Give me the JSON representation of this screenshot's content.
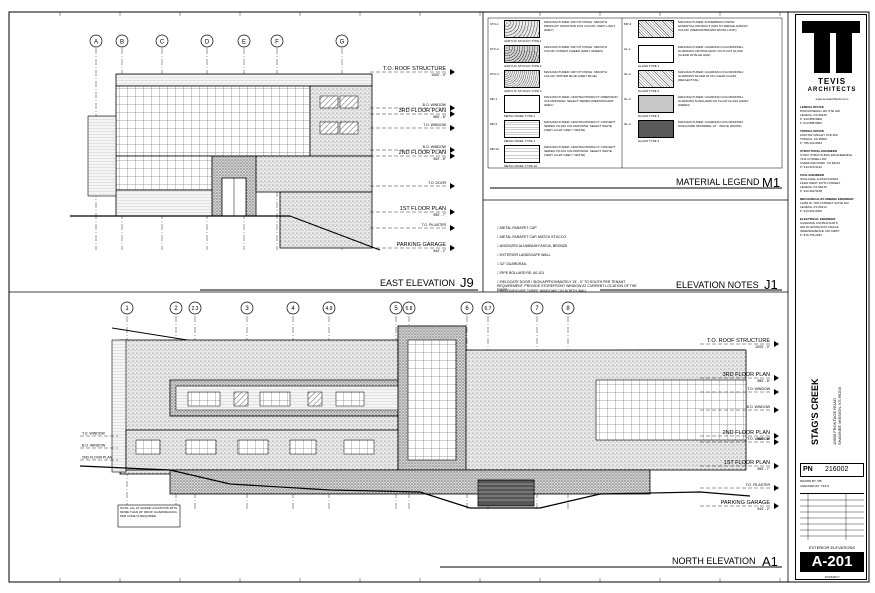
{
  "east_elevation": {
    "title": "EAST ELEVATION",
    "tag": "J9",
    "grid_labels": [
      "A",
      "B",
      "C",
      "D",
      "E",
      "F",
      "G"
    ],
    "levels": [
      {
        "name": "T.O. ROOF STRUCTURE",
        "elev": "1000' - 9\""
      },
      {
        "name": "B.O. WINDOW",
        "elev": ""
      },
      {
        "name": "3RD FLOOR PLAN",
        "elev": "985' - 8\""
      },
      {
        "name": "T.O. WINDOW",
        "elev": ""
      },
      {
        "name": "B.O. WINDOW",
        "elev": ""
      },
      {
        "name": "2ND FLOOR PLAN",
        "elev": "969' - 8\""
      },
      {
        "name": "T.O. DOOR",
        "elev": ""
      },
      {
        "name": "1ST FLOOR PLAN",
        "elev": "955' - 7\""
      },
      {
        "name": "T.O. PILASTER",
        "elev": ""
      },
      {
        "name": "PARKING GARAGE",
        "elev": "944' - 2\""
      }
    ]
  },
  "north_elevation": {
    "title": "NORTH ELEVATION",
    "tag": "A1",
    "grid_labels": [
      "1",
      "2",
      "2.3",
      "3",
      "4",
      "4.9",
      "5",
      "5.8",
      "6",
      "6.7",
      "7",
      "8"
    ],
    "levels": [
      {
        "name": "T.O. ROOF STRUCTURE",
        "elev": "1000' - 9\""
      },
      {
        "name": "3RD FLOOR PLAN",
        "elev": "985' - 8\""
      },
      {
        "name": "T.O. WINDOW",
        "elev": ""
      },
      {
        "name": "B.O. WINDOW",
        "elev": ""
      },
      {
        "name": "2ND FLOOR PLAN",
        "elev": "969' - 8\""
      },
      {
        "name": "T.O. WINDOW",
        "elev": ""
      },
      {
        "name": "1ST FLOOR PLAN",
        "elev": "955' - 7\""
      },
      {
        "name": "T.O. PILASTER",
        "elev": ""
      },
      {
        "name": "PARKING GARAGE",
        "elev": "944' - 2\""
      }
    ],
    "left_levels": [
      "T.O. WINDOW",
      "B.O. WINDOW",
      "2ND FLOOR PLAN"
    ],
    "note": "NOTE: ALL AT GRADE LOCATIONS WITH MORE THAN 30\" DROP, GUARDRAILING PER CODE IS REQUIRED."
  },
  "material_legend": {
    "title": "MATERIAL LEGEND",
    "tag": "M1",
    "items": [
      {
        "code": "STC-1",
        "label": "ACRYLIC STUCCO TYPE 1",
        "desc": "MANUFACTURER: DRYVIT FINISH: SMOOTH PRODUCT: MOUNTAIN FOG COLOR: (VERY LIGHT GREY)"
      },
      {
        "code": "STC-2",
        "label": "ACRYLIC STUCCO TYPE 2",
        "desc": "MANUFACTURER: DRYVIT FINISH: SMOOTH COLOR: FOREST GREEN (GREY GREEN)"
      },
      {
        "code": "STC-3",
        "label": "ACRYLIC STUCCO TYPE 3",
        "desc": "MANUFACTURER: DRYVIT FINISH: SMOOTH COLOR: WINTER BLUE (GREY BLUE)"
      },
      {
        "code": "MP-1",
        "label": "METAL PANEL TYPE 1",
        "desc": "MANUFACTURER: CENTRIA PRODUCT: DIMENSION COLOR/FINISH: SELECT SERIES (MEDIUM DARK GREY)"
      },
      {
        "code": "MP-2",
        "label": "METAL PANEL TYPE 2",
        "desc": "MANUFACTURER: CENTRIA PRODUCT: CONCEPT SERIES CS-620 COLOR/FINISH: SELECT WHITE (VERY LIGHT GREY / WHITE)"
      },
      {
        "code": "MP-2A",
        "label": "METAL PANEL TYPE 2A",
        "desc": "MANUFACTURER: CENTRIA PRODUCT: CONCEPT SERIES CS-104 COLOR/FINISH: SELECT WHITE (VERY LIGHT GREY / WHITE)"
      },
      {
        "code": "MP-3",
        "label": "",
        "desc": "MANUFACTURER: FUNDERMAX FINISH: ESSENTIAL PRODUCT: 0001 NT WENGE ALBASO COLOR: (MEDIUM BROWN WOOD LOOK)"
      },
      {
        "code": "GL-1",
        "label": "GLASS TYPE 1",
        "desc": "MANUFACTURER: GUARDIAN COLOR/FINISH: GUARDIAN CRYSTALGRAY ON FLOAT GLASS (CLEAR W/ BLUE HUE)"
      },
      {
        "code": "GL-2",
        "label": "GLASS TYPE 2",
        "desc": "MANUFACTURER: GUARDIAN COLOR/FINISH: GUARDIAN SILVER 20 ON CLEAR GLASS (REFLECTIVE)"
      },
      {
        "code": "GL-3",
        "label": "GLASS TYPE 3",
        "desc": "MANUFACTURER: GUARDIAN COLOR/FINISH: GUARDIAN SUNGUARD ON FLOAT GLASS (GREY GREEN)"
      },
      {
        "code": "GL-4",
        "label": "GLASS TYPE 4",
        "desc": "MANUFACTURER: GUARDIAN COLOR/FINISH: SUNGUARD SPANDREL HT - WHITE (WHITE)"
      }
    ]
  },
  "elevation_notes": {
    "title": "ELEVATION NOTES",
    "tag": "J1",
    "items": [
      "METAL PARAPET CAP",
      "METAL PARAPET CAP, MATCH STUCCO",
      "ANODIZED ALUMINUM FASCIA, BRONZE",
      "EXTERIOR LANDSCAPE WALL",
      "42\" GUARDRAIL",
      "PIPE BOLLARD RE: A0-101",
      "RELOCATE DOOR / SIGN APPROXIMATELY 15' - 0\" TO SOUTH PER TENANT REQUIREMENT. PROVIDE STOREFRONT WINDOW AT CURRENT LOCATION OF THE DOOR.",
      "RECONFIGURE THREE WINDOWS ON NORTH WALL"
    ]
  },
  "title_block": {
    "firm_line1": "TEVIS",
    "firm_line2": "ARCHITECTS",
    "website": "www.tevisarchitects.com",
    "offices": [
      {
        "name": "LENEXA OFFICE",
        "lines": [
          "8700 ROSEHILL RD STE 400",
          "LENEXA, KS 66215",
          "P: 913.888.9800",
          "F: 913.888.9803"
        ]
      },
      {
        "name": "TOPEKA OFFICE",
        "lines": [
          "1000 SW OAKLEY STE 200",
          "TOPEKA, KS 66604",
          "P: 785.234.6664"
        ]
      }
    ],
    "consultants": [
      {
        "role": "STRUCTURAL ENGINEER",
        "lines": [
          "OTHIC STRUCTURAL ENGINEERING",
          "7211 CONNELL DR",
          "OVERLAND PARK, KS 66210",
          "P: 913.626.6116"
        ]
      },
      {
        "role": "CIVIL ENGINEER",
        "lines": [
          "SCHLAGEL & ASSOCIATES",
          "14920 WEST 107TH STREET",
          "LENEXA, KS 66215",
          "P: 913.492.5158"
        ]
      },
      {
        "role": "MECHANICAL/PLUMBING ENGINEER",
        "lines": [
          "11250 W. 79TH STREET SUITE 102",
          "LENEXA, KS 66214",
          "P: 913.962.6000"
        ]
      },
      {
        "role": "ELECTRICAL ENGINEER",
        "lines": [
          "CASHMAN CONSULTANTS",
          "200 W LEXINGTON CIRCLE",
          "INDEPENDENCE, MO 64057",
          "P: 816.756.2281"
        ]
      }
    ],
    "project_name": "STAG'S CREEK",
    "project_address_1": "10600 FRONTAGE ROAD",
    "project_address_2": "SHAWNEE MISSION, KS 66203",
    "pn_label": "PN",
    "pn_value": "216002",
    "drawn_by": "DRAWN BY: PB",
    "checked_by": "CHECKED BY: TF/LS",
    "sheet_title": "EXTERIOR ELEVATIONS",
    "sheet_number": "A-201",
    "date": "10/18/2017"
  }
}
